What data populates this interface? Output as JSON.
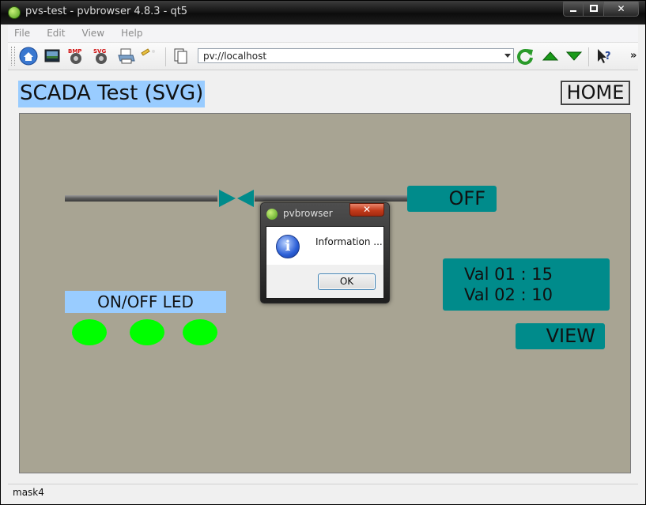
{
  "window": {
    "title": "pvs-test - pvbrowser 4.8.3 - qt5",
    "close_label": "✕"
  },
  "menu": [
    "File",
    "Edit",
    "View",
    "Help"
  ],
  "toolbar": {
    "url": "pv://localhost",
    "overflow": "»"
  },
  "page": {
    "title": "SCADA Test (SVG)",
    "home_label": "HOME",
    "off_label": "OFF",
    "val01": "Val 01 : 15",
    "val02": "Val 02 : 10",
    "view_label": "VIEW",
    "led_label": "ON/OFF LED",
    "led_color": "#00ff00",
    "panel_color": "#008b8b",
    "background_color": "#a8a493"
  },
  "status": {
    "text": "mask4"
  },
  "dialog": {
    "title": "pvbrowser",
    "message": "Information ...",
    "ok_label": "OK",
    "close_label": "✕"
  }
}
